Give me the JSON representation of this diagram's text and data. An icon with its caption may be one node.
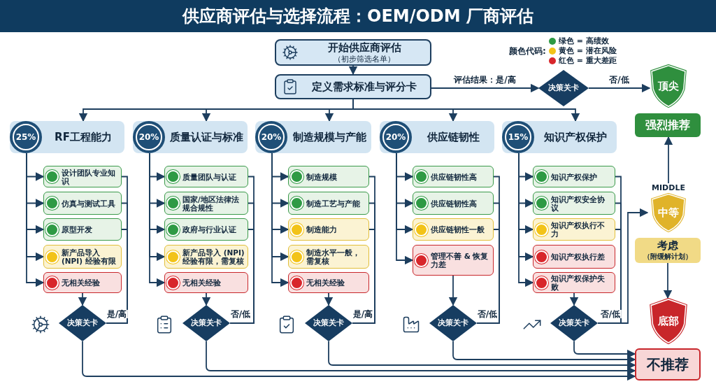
{
  "diagram": {
    "title": "供应商评估与选择流程：OEM/ODM 厂商评估",
    "nodes": [
      {
        "text": [
          "开始供应商评估",
          "（初步筛选名单）"
        ]
      },
      {
        "text": [
          "定义需求标准与评分卡"
        ]
      },
      {
        "text": [
          "决策关卡"
        ]
      },
      {
        "text": [
          "顶尖"
        ]
      },
      {
        "text": [
          "强烈推荐"
        ]
      },
      {
        "text": [
          "25%",
          "RF工程能力"
        ]
      },
      {
        "text": [
          "20%",
          "质量认证与标准"
        ]
      },
      {
        "text": [
          "20%",
          "制造规模与产能"
        ]
      },
      {
        "text": [
          "20%",
          "供应链韧性"
        ]
      },
      {
        "text": [
          "15%",
          "知识产权保护"
        ]
      },
      {
        "text": [
          "设计团队专业知识"
        ]
      },
      {
        "text": [
          "仿真与测试工具"
        ]
      },
      {
        "text": [
          "原型开发"
        ]
      },
      {
        "text": [
          "新产品导入 (NPI) 经验有限"
        ]
      },
      {
        "text": [
          "无相关经验"
        ]
      },
      {
        "text": [
          "决策关卡"
        ]
      },
      {
        "text": [
          "质量团队与认证"
        ]
      },
      {
        "text": [
          "国家/地区法律法规合规性"
        ]
      },
      {
        "text": [
          "政府与行业认证"
        ]
      },
      {
        "text": [
          "新产品导入 (NPI) 经验有限，需复核"
        ]
      },
      {
        "text": [
          "无相关经验"
        ]
      },
      {
        "text": [
          "决策关卡"
        ]
      },
      {
        "text": [
          "制造规模"
        ]
      },
      {
        "text": [
          "制造工艺与产能"
        ]
      },
      {
        "text": [
          "制造能力"
        ]
      },
      {
        "text": [
          "制造水平一般，需复核"
        ]
      },
      {
        "text": [
          "无相关经验"
        ]
      },
      {
        "text": [
          "决策关卡"
        ]
      },
      {
        "text": [
          "供应链韧性高"
        ]
      },
      {
        "text": [
          "供应链韧性高"
        ]
      },
      {
        "text": [
          "供应链韧性一般"
        ]
      },
      {
        "text": [
          "管理不善 & 恢复力差"
        ]
      },
      {
        "text": [
          "决策关卡"
        ]
      },
      {
        "text": [
          "知识产权保护"
        ]
      },
      {
        "text": [
          "知识产权安全协议"
        ]
      },
      {
        "text": [
          "知识产权执行不力"
        ]
      },
      {
        "text": [
          "知识产权执行差"
        ]
      },
      {
        "text": [
          "知识产权保护失败"
        ]
      },
      {
        "text": [
          "决策关卡"
        ]
      },
      {
        "text": [
          "中等"
        ],
        "beside": [
          "MIDDLE"
        ]
      },
      {
        "text": [
          "考虑",
          "（附缓解计划）"
        ]
      },
      {
        "text": [
          "底部"
        ]
      },
      {
        "text": [
          "不推荐"
        ]
      }
    ],
    "edges": [
      {
        "from": 0,
        "to": 1,
        "arrow": "to"
      },
      {
        "from": 1,
        "to": 2,
        "arrow": "to",
        "label": "评估结果：是/高"
      },
      {
        "from": 2,
        "to": 3,
        "arrow": "to",
        "label": "否/低"
      },
      {
        "from": 1,
        "to": 5,
        "arrow": "to"
      },
      {
        "from": 1,
        "to": 6,
        "arrow": "to"
      },
      {
        "from": 1,
        "to": 7,
        "arrow": "to"
      },
      {
        "from": 1,
        "to": 8,
        "arrow": "to"
      },
      {
        "from": 1,
        "to": 9,
        "arrow": "to"
      },
      {
        "from": 5,
        "to": 10,
        "arrow": "to"
      },
      {
        "from": 5,
        "to": 11,
        "arrow": "to"
      },
      {
        "from": 5,
        "to": 12,
        "arrow": "to"
      },
      {
        "from": 5,
        "to": 13,
        "arrow": "to"
      },
      {
        "from": 5,
        "to": 14,
        "arrow": "to"
      },
      {
        "from": 14,
        "to": 15,
        "arrow": "to"
      },
      {
        "from": 10,
        "to": 15,
        "arrow": "none",
        "label": "是/高"
      },
      {
        "from": 11,
        "to": 15,
        "arrow": "none"
      },
      {
        "from": 12,
        "to": 15,
        "arrow": "none"
      },
      {
        "from": 15,
        "to": 42,
        "arrow": "to"
      },
      {
        "from": 6,
        "to": 16,
        "arrow": "to"
      },
      {
        "from": 6,
        "to": 17,
        "arrow": "to"
      },
      {
        "from": 6,
        "to": 18,
        "arrow": "to"
      },
      {
        "from": 6,
        "to": 19,
        "arrow": "to"
      },
      {
        "from": 6,
        "to": 20,
        "arrow": "to"
      },
      {
        "from": 20,
        "to": 21,
        "arrow": "to"
      },
      {
        "from": 16,
        "to": 21,
        "arrow": "none",
        "label": "否/低"
      },
      {
        "from": 17,
        "to": 21,
        "arrow": "none"
      },
      {
        "from": 18,
        "to": 21,
        "arrow": "none"
      },
      {
        "from": 21,
        "to": 42,
        "arrow": "to"
      },
      {
        "from": 7,
        "to": 22,
        "arrow": "to"
      },
      {
        "from": 7,
        "to": 23,
        "arrow": "to"
      },
      {
        "from": 7,
        "to": 24,
        "arrow": "to"
      },
      {
        "from": 7,
        "to": 25,
        "arrow": "to"
      },
      {
        "from": 7,
        "to": 26,
        "arrow": "to"
      },
      {
        "from": 26,
        "to": 27,
        "arrow": "to"
      },
      {
        "from": 22,
        "to": 27,
        "arrow": "none",
        "label": "是/高"
      },
      {
        "from": 23,
        "to": 27,
        "arrow": "none"
      },
      {
        "from": 24,
        "to": 27,
        "arrow": "none"
      },
      {
        "from": 27,
        "to": 42,
        "arrow": "to"
      },
      {
        "from": 8,
        "to": 28,
        "arrow": "to"
      },
      {
        "from": 8,
        "to": 29,
        "arrow": "to"
      },
      {
        "from": 8,
        "to": 30,
        "arrow": "to"
      },
      {
        "from": 8,
        "to": 31,
        "arrow": "to"
      },
      {
        "from": 31,
        "to": 32,
        "arrow": "to"
      },
      {
        "from": 28,
        "to": 32,
        "arrow": "none",
        "label": "否/低"
      },
      {
        "from": 29,
        "to": 32,
        "arrow": "none"
      },
      {
        "from": 30,
        "to": 32,
        "arrow": "none"
      },
      {
        "from": 32,
        "to": 42,
        "arrow": "to"
      },
      {
        "from": 9,
        "to": 33,
        "arrow": "to"
      },
      {
        "from": 9,
        "to": 34,
        "arrow": "to"
      },
      {
        "from": 9,
        "to": 35,
        "arrow": "to"
      },
      {
        "from": 9,
        "to": 36,
        "arrow": "to"
      },
      {
        "from": 9,
        "to": 37,
        "arrow": "to"
      },
      {
        "from": 37,
        "to": 38,
        "arrow": "to"
      },
      {
        "from": 33,
        "to": 38,
        "arrow": "none"
      },
      {
        "from": 34,
        "to": 38,
        "arrow": "none"
      },
      {
        "from": 35,
        "to": 38,
        "arrow": "none"
      },
      {
        "from": 38,
        "to": 42,
        "arrow": "to"
      },
      {
        "from": 38,
        "to": 39,
        "arrow": "to",
        "label": "否/低"
      },
      {
        "from": 39,
        "to": 4,
        "arrow": "to"
      },
      {
        "from": 40,
        "to": 41,
        "arrow": "to"
      }
    ],
    "labels": [
      "颜色代码:"
    ],
    "legend": [
      {
        "text": "绿色 = 高绩效",
        "color": "#2e9a44"
      },
      {
        "text": "黄色 = 潜在风险",
        "color": "#f2c318"
      },
      {
        "text": "红色 = 重大差距",
        "color": "#d8262b"
      }
    ]
  }
}
